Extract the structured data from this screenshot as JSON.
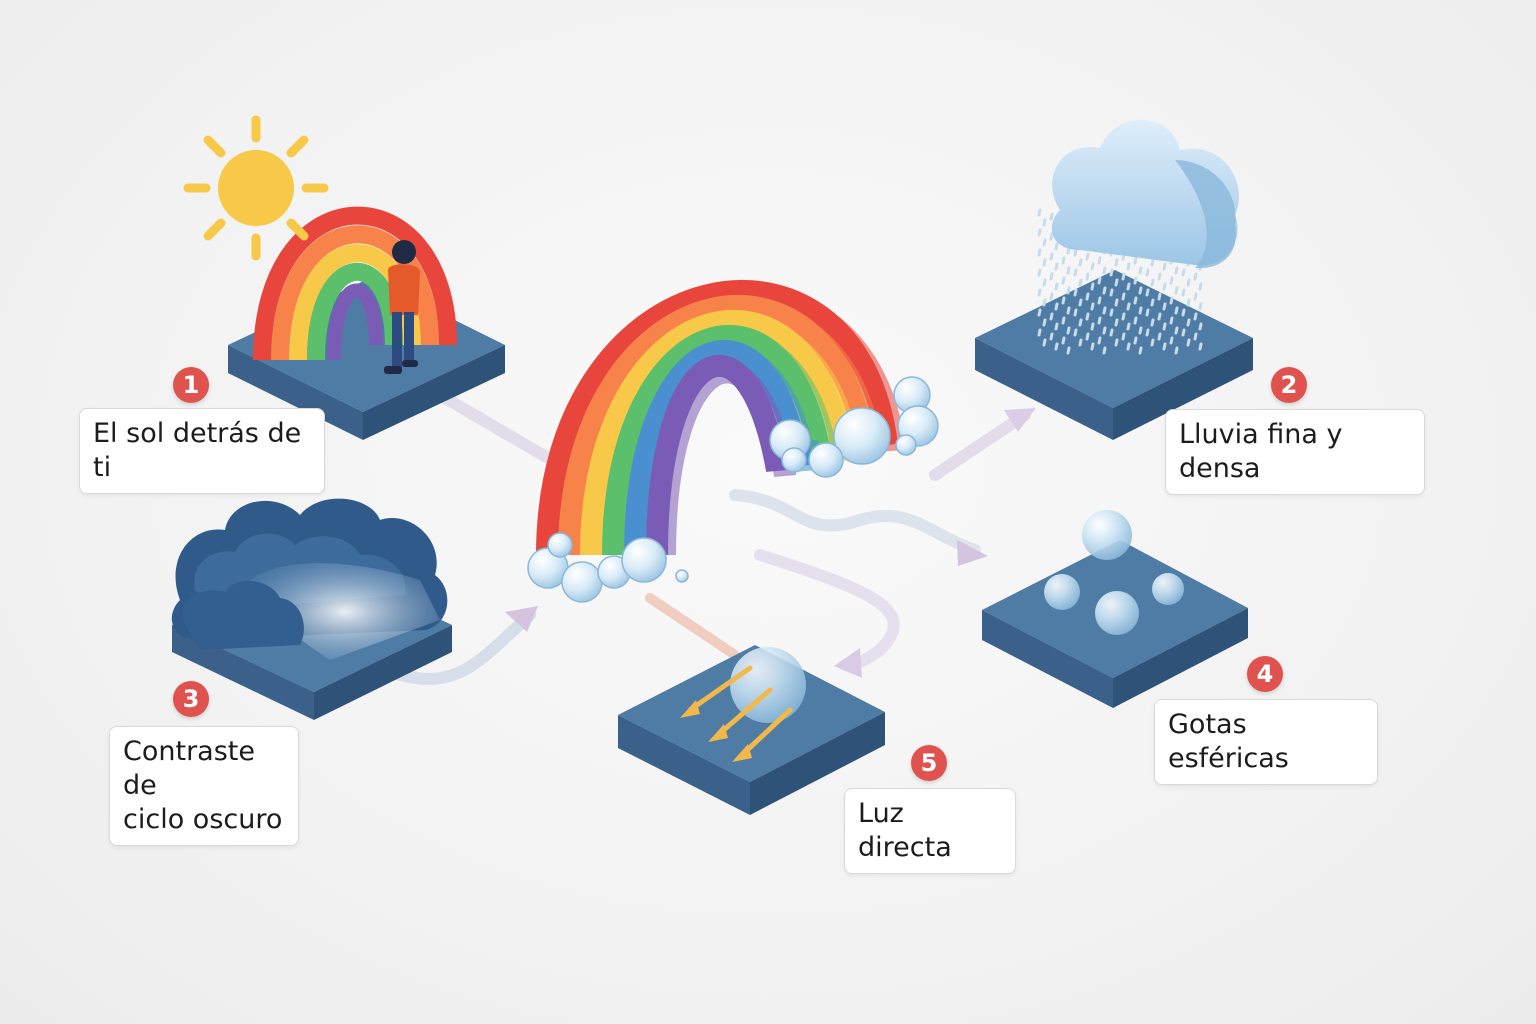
{
  "steps": [
    {
      "number": "1",
      "label": "El sol detrás de ti"
    },
    {
      "number": "2",
      "label": "Lluvia fina y densa"
    },
    {
      "number": "3",
      "label": "Contraste de\nciclo oscuro"
    },
    {
      "number": "4",
      "label": "Gotas esféricas"
    },
    {
      "number": "5",
      "label": "Luz directa"
    }
  ],
  "icons": {
    "step1": "sun-rainbow-person-icon",
    "step2": "rain-cloud-icon",
    "step3": "dark-cloud-icon",
    "step4": "water-drops-icon",
    "step5": "light-through-drop-icon",
    "center": "rainbow-icon"
  },
  "colors": {
    "badge": "#e0524d",
    "tile_top": "#4e7aa3",
    "tile_side": "#3a5f86",
    "rainbow": [
      "#e8453c",
      "#f7824a",
      "#f8c948",
      "#5cbf6c",
      "#4a8fd0",
      "#7a5bb5"
    ]
  }
}
